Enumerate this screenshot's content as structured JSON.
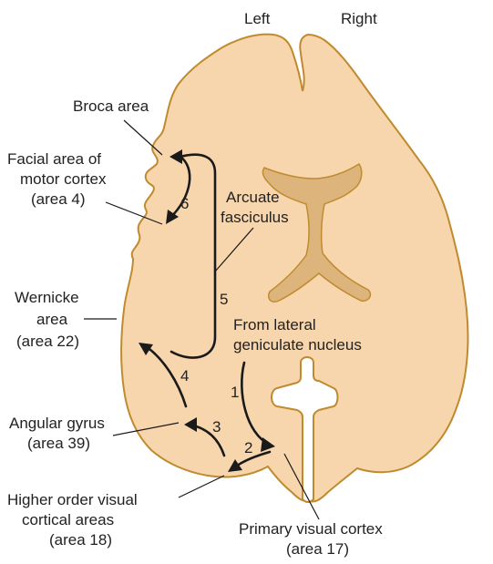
{
  "colors": {
    "brain_fill": "#F7D6AE",
    "brain_outline": "#C08A2E",
    "ventricle_fill": "#DDB47B",
    "arrow": "#1a1a1a",
    "text": "#222222"
  },
  "hemispheres": {
    "left": "Left",
    "right": "Right"
  },
  "labels": {
    "broca": "Broca area",
    "facial_1": "Facial area of",
    "facial_2": "motor cortex",
    "facial_3": "(area 4)",
    "arcuate_1": "Arcuate",
    "arcuate_2": "fasciculus",
    "wernicke_1": "Wernicke",
    "wernicke_2": "area",
    "wernicke_3": "(area 22)",
    "lgn_1": "From lateral",
    "lgn_2": "geniculate nucleus",
    "angular_1": "Angular gyrus",
    "angular_2": "(area 39)",
    "higher_1": "Higher order visual",
    "higher_2": "cortical areas",
    "higher_3": "(area 18)",
    "primary_1": "Primary visual cortex",
    "primary_2": "(area 17)"
  },
  "steps": [
    "1",
    "2",
    "3",
    "4",
    "5",
    "6"
  ]
}
